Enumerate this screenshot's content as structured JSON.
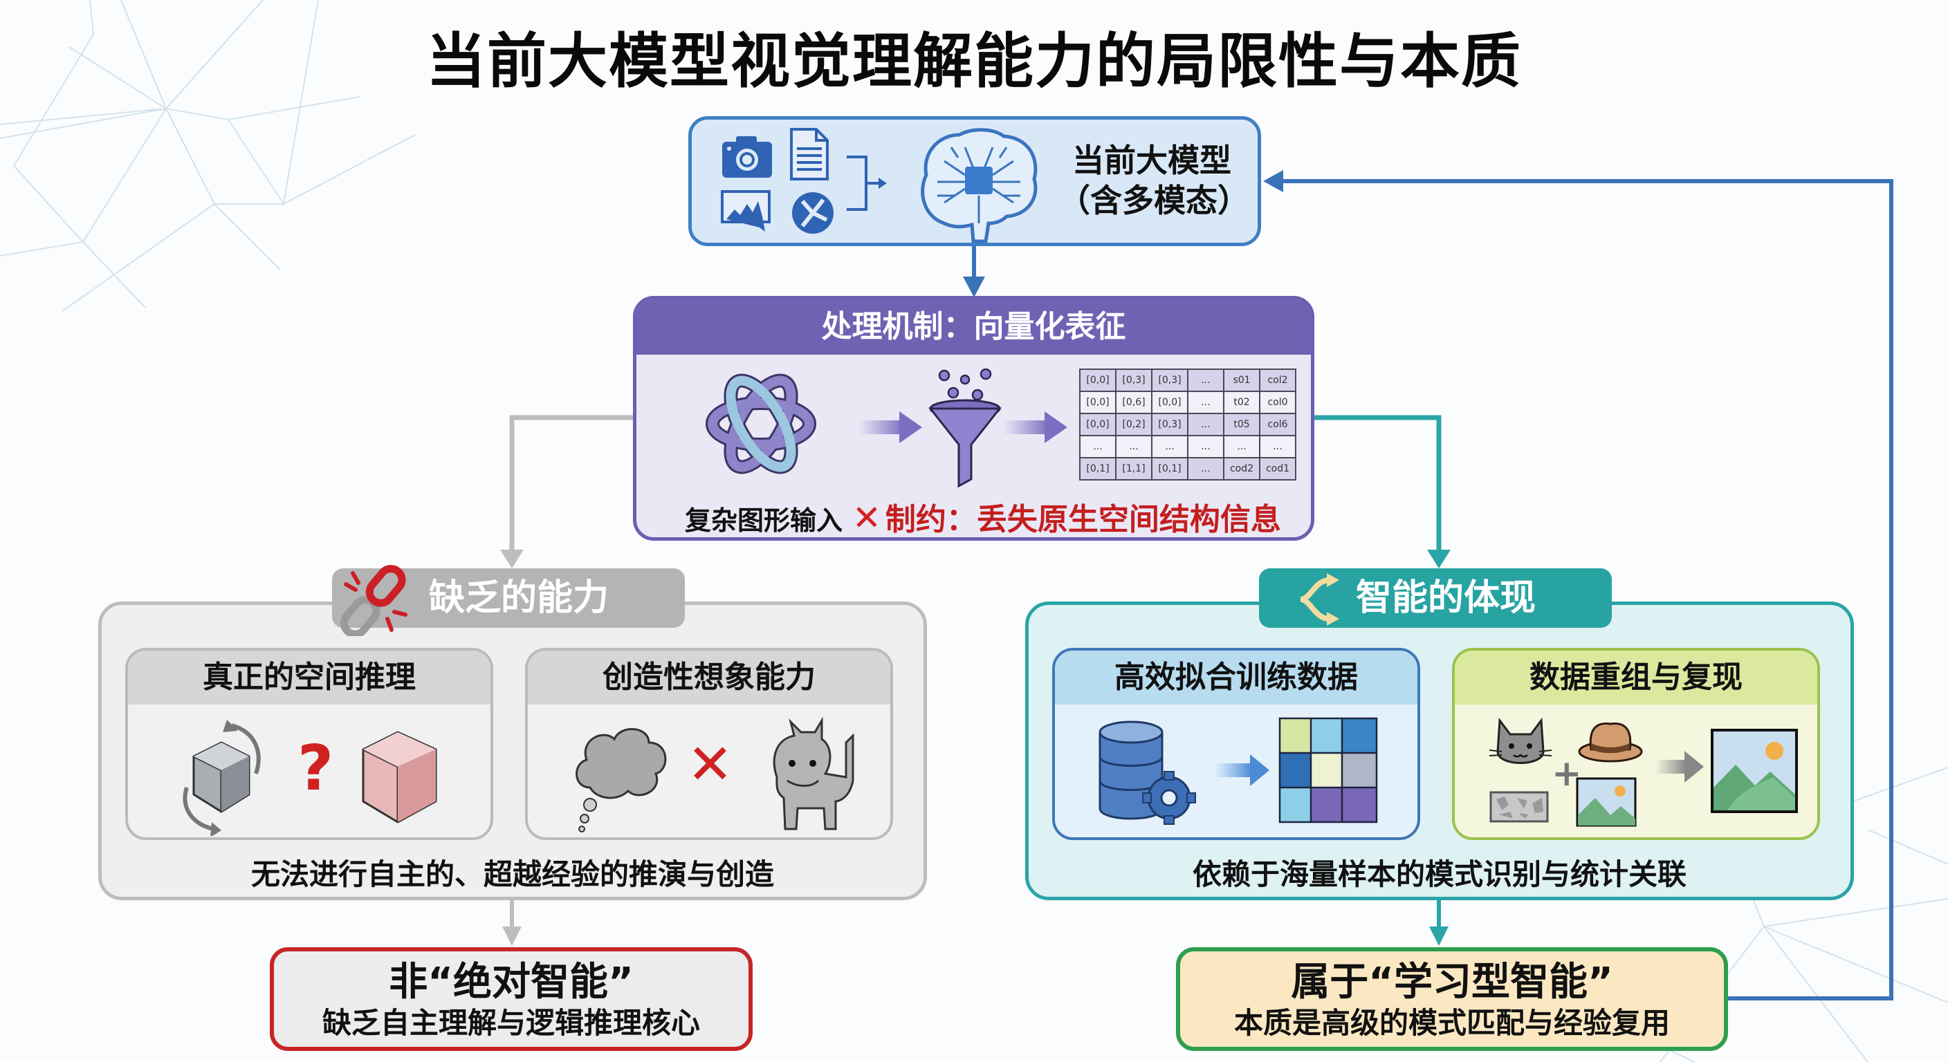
{
  "title": "当前大模型视觉理解能力的局限性与本质",
  "model_box": {
    "title_line1": "当前大模型",
    "title_line2": "（含多模态）",
    "input_icons": [
      "camera-icon",
      "document-icon",
      "image-chart-icon",
      "network-icon"
    ],
    "core_icon": "brain-circuit-icon"
  },
  "processing": {
    "header": "处理机制：向量化表征",
    "input_label": "复杂图形输入",
    "constraint_mark": "✕",
    "constraint_text": "制约：丢失原生空间结构信息",
    "matrix": [
      [
        "[0,0]",
        "[0,3]",
        "[0,3]",
        "...",
        "s01",
        "col2"
      ],
      [
        "[0,0]",
        "[0,6]",
        "[0,0]",
        "...",
        "t02",
        "col0"
      ],
      [
        "[0,0]",
        "[0,2]",
        "[0,3]",
        "...",
        "t05",
        "col6"
      ],
      [
        "...",
        "...",
        "...",
        "...",
        "...",
        "..."
      ],
      [
        "[0,1]",
        "[1,1]",
        "[0,1]",
        "...",
        "cod2",
        "cod1"
      ]
    ]
  },
  "lacking": {
    "tab_label": "缺乏的能力",
    "tab_icon": "broken-link-icon",
    "cards": [
      {
        "title": "真正的空间推理",
        "mark": "?"
      },
      {
        "title": "创造性想象能力",
        "mark": "✕"
      }
    ],
    "footer": "无法进行自主的、超越经验的推演与创造"
  },
  "intelligence": {
    "tab_label": "智能的体现",
    "tab_icon": "merge-arrows-icon",
    "cards": [
      {
        "title": "高效拟合训练数据"
      },
      {
        "title": "数据重组与复现",
        "plus": "+"
      }
    ],
    "footer": "依赖于海量样本的模式识别与统计关联"
  },
  "conclusion_left": {
    "line1": "非“绝对智能”",
    "line2": "缺乏自主理解与逻辑推理核心"
  },
  "conclusion_right": {
    "line1": "属于“学习型智能”",
    "line2": "本质是高级的模式匹配与经验复用"
  },
  "colors": {
    "model_border": "#3f7ec6",
    "processing": "#6e63b3",
    "constraint_red": "#c41e1e",
    "lacking_gray": "#b4b4b4",
    "intelligence_teal": "#27a3a2",
    "conclusion_red": "#c62626",
    "conclusion_green": "#2e9e4e",
    "feedback_blue": "#3a72b8"
  }
}
